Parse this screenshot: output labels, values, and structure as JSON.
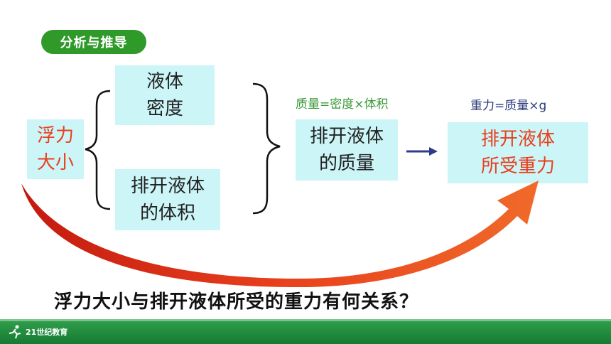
{
  "badge": "分析与推导",
  "boxes": {
    "buoyancy_l1": "浮力",
    "buoyancy_l2": "大小",
    "density_l1": "液体",
    "density_l2": "密度",
    "volume_l1": "排开液体",
    "volume_l2": "的体积",
    "mass_l1": "排开液体",
    "mass_l2": "的质量",
    "gravity_l1": "排开液体",
    "gravity_l2": "所受重力"
  },
  "formulas": {
    "mass": "质量=密度×体积",
    "gravity": "重力=质量×g"
  },
  "question": "浮力大小与排开液体所受的重力有何关系？",
  "footer": {
    "logo_text": "21世纪教育"
  },
  "colors": {
    "badge_green": "#2f9a2a",
    "box_fill": "#ccf5f8",
    "emphasis_red": "#e8401c",
    "formula_green": "#3a9a3a",
    "formula_navy": "#2a3a7a",
    "arrow_navy": "#2e3a8c",
    "footer_green": "#1e8a3c"
  }
}
